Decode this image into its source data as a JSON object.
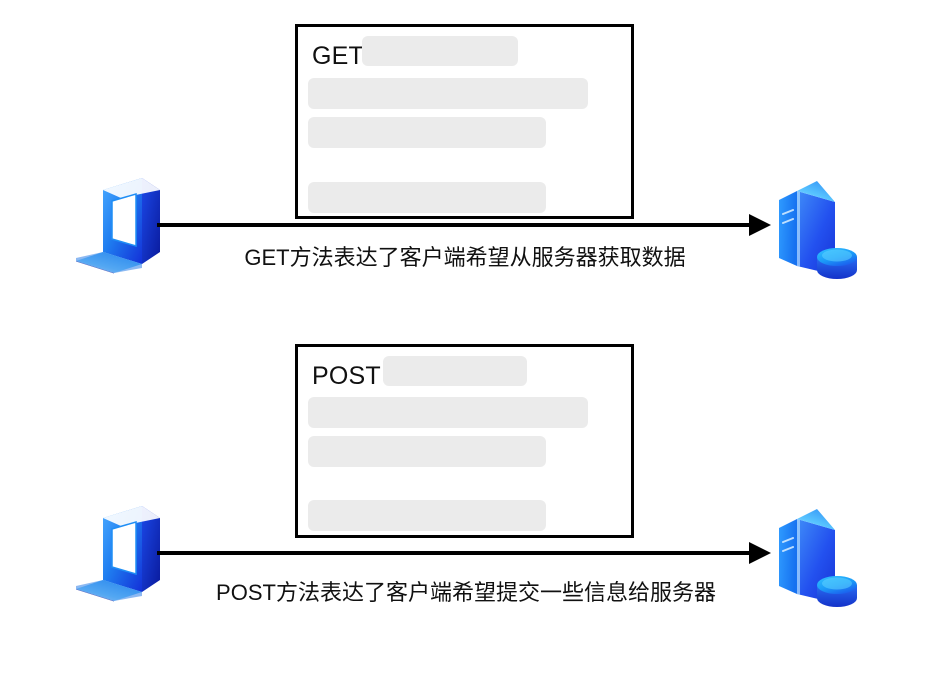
{
  "diagram": {
    "title": "HTTP GET and POST request flow",
    "background_color": "#ffffff",
    "line_color": "#000000",
    "bar_color": "#ebebeb",
    "accent_blue": "#1a6bf5",
    "accent_cyan": "#28c6ff"
  },
  "flows": [
    {
      "id": "get-flow",
      "method_label": "GET",
      "caption": "GET方法表达了客户端希望从服务器获取数据",
      "client_icon": "laptop-icon",
      "server_icon": "server-database-icon",
      "packet_bars": [
        {
          "name": "method-value-bar"
        },
        {
          "name": "header-bar-1"
        },
        {
          "name": "header-bar-2"
        },
        {
          "name": "body-bar"
        }
      ]
    },
    {
      "id": "post-flow",
      "method_label": "POST",
      "caption": "POST方法表达了客户端希望提交一些信息给服务器",
      "client_icon": "laptop-icon",
      "server_icon": "server-database-icon",
      "packet_bars": [
        {
          "name": "method-value-bar"
        },
        {
          "name": "header-bar-1"
        },
        {
          "name": "header-bar-2"
        },
        {
          "name": "body-bar"
        }
      ]
    }
  ]
}
